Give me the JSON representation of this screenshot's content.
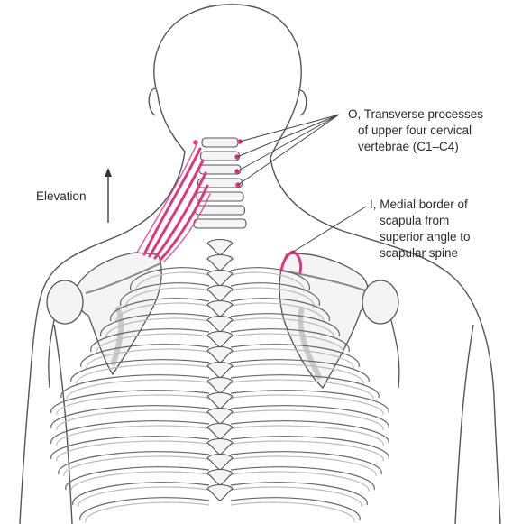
{
  "labels": {
    "origin": {
      "line1": "O, Transverse processes",
      "line2": "of upper four cervical",
      "line3": "vertebrae (C1–C4)"
    },
    "insertion": {
      "line1": "I, Medial border of",
      "line2": "scapula from",
      "line3": "superior angle to",
      "line4": "scapular spine"
    },
    "movement": "Elevation"
  },
  "colors": {
    "muscle": "#e0357f",
    "outline": "#555555",
    "bone_fill": "#f4f4f4",
    "shade": "#c9c9c9",
    "leader": "#444444"
  },
  "icons": {
    "movement_arrow": "up-arrow-icon"
  }
}
